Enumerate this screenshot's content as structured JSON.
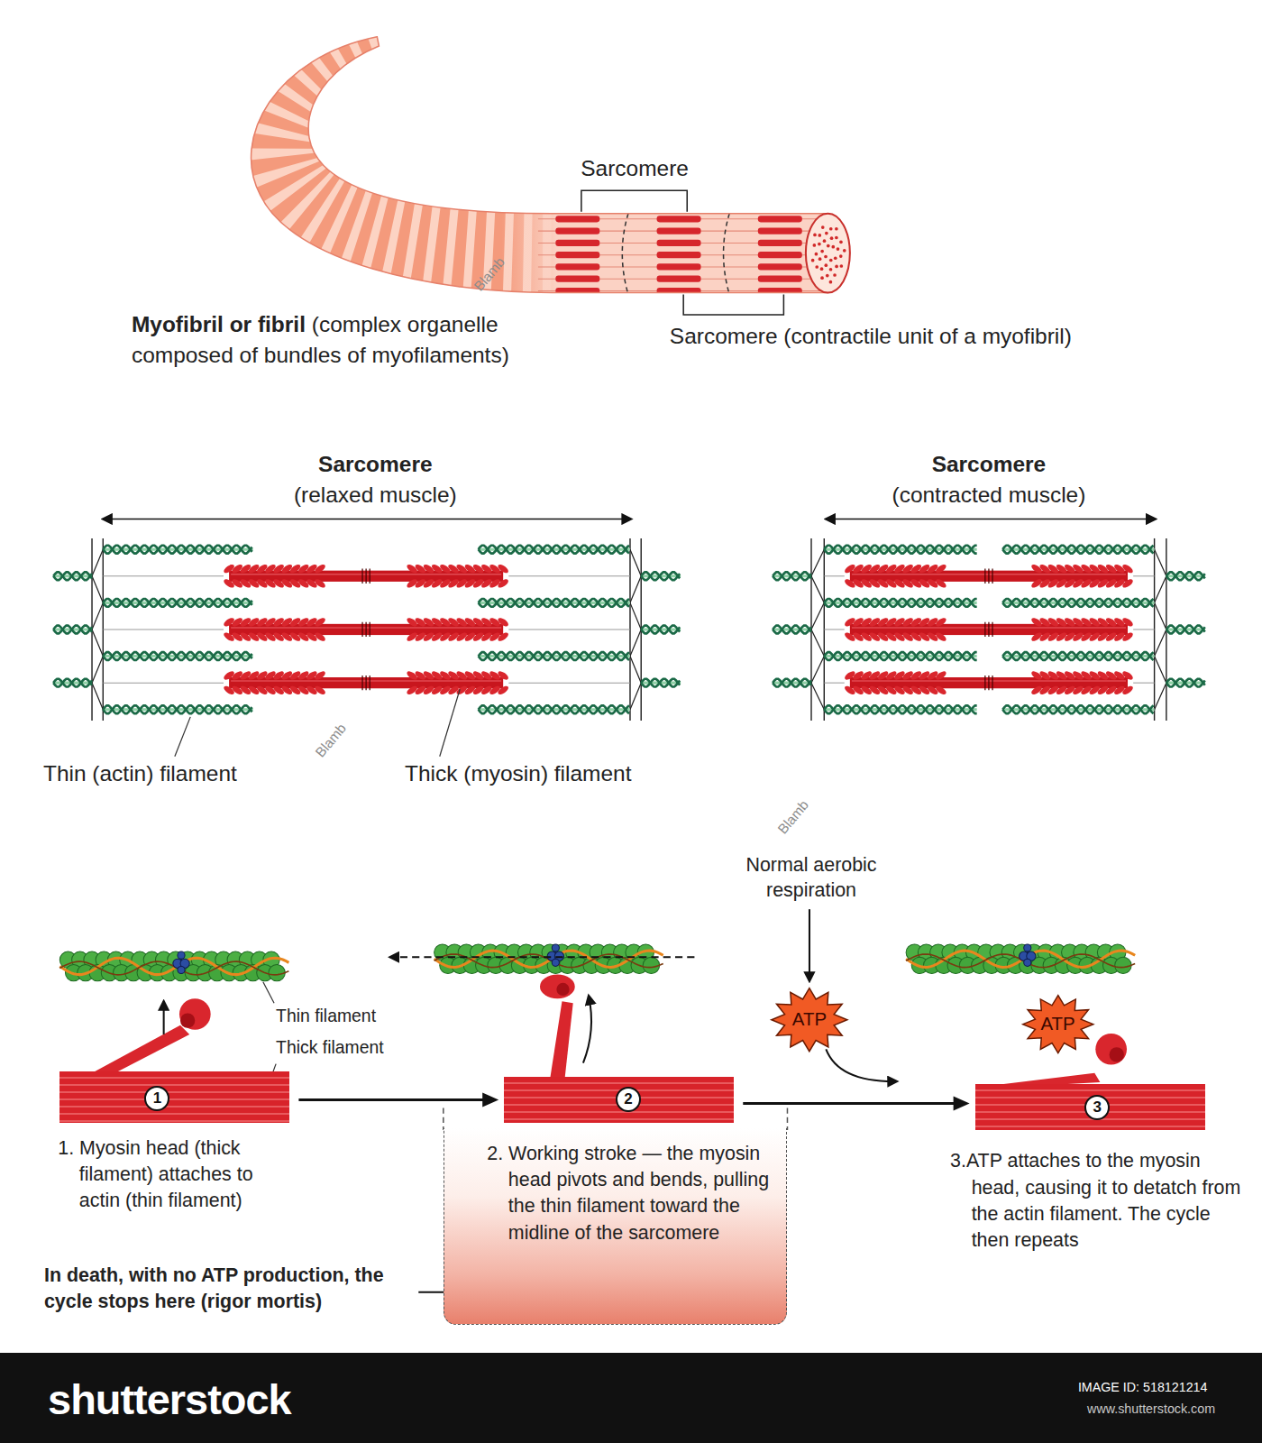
{
  "diagram": {
    "nodes": [
      {
        "text": [
          "1"
        ]
      },
      {
        "text": [
          "2"
        ]
      },
      {
        "text": [
          "2. Working stroke — the myosin head pivots and bends, pulling the thin filament toward the midline of the sarcomere"
        ]
      },
      {
        "text": [
          "ATP"
        ]
      },
      {
        "text": [
          "ATP"
        ]
      },
      {
        "text": [
          "3"
        ]
      }
    ],
    "edges": [
      {
        "from": 0,
        "to": 1,
        "arrow": "to"
      },
      {
        "from": 1,
        "to": 5,
        "arrow": "to"
      }
    ],
    "labels": [
      "Sarcomere",
      "Myofibril or fibril",
      "(complex organelle composed of bundles of myofilaments)",
      "Sarcomere (contractile unit of a myofibril)",
      "Sarcomere",
      "(relaxed muscle)",
      "Sarcomere",
      "(contracted muscle)",
      "Thin (actin) filament",
      "Thick (myosin) filament",
      "Normal aerobic respiration",
      "Thin filament",
      "Thick filament",
      "1. Myosin head (thick filament) attaches to actin (thin filament)",
      "3.ATP attaches to the myosin head, causing it to detatch from the actin filament. The cycle then repeats",
      "In death, with no ATP production, the cycle stops here (rigor mortis)",
      "Blamb",
      "Blamb",
      "Blamb",
      "shutterstock",
      "IMAGE ID: 518121214",
      "www.shutterstock.com"
    ]
  }
}
